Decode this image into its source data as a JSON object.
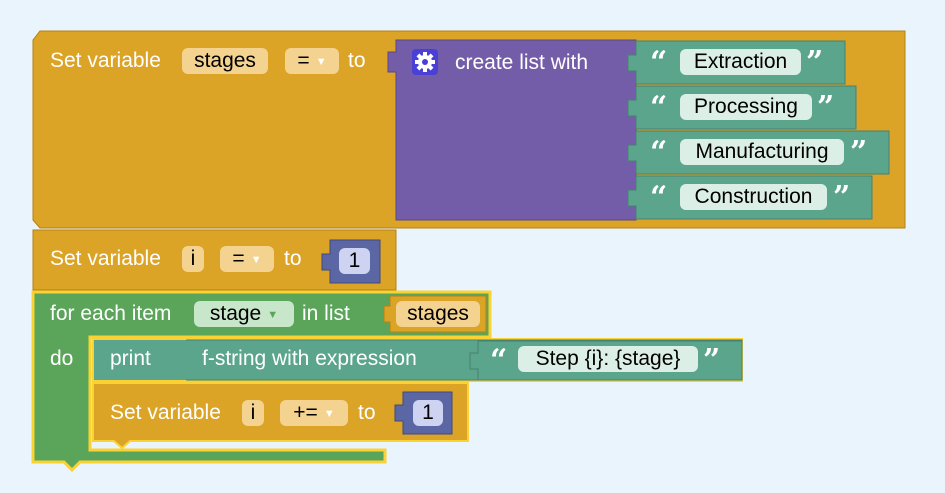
{
  "colors": {
    "background": "#eaf4fc",
    "variables_block": "#dba426",
    "lists_block": "#745da8",
    "text_block": "#5ba58c",
    "math_block": "#5b67a5",
    "loop_block": "#5ba55b"
  },
  "icons": {
    "mutator": "gear-icon",
    "open_quote": "open-quote-icon",
    "close_quote": "close-quote-icon",
    "dropdown": "dropdown-arrow-icon"
  },
  "set_stages": {
    "label": "Set variable",
    "variable": "stages",
    "operator": "=",
    "to_label": "to"
  },
  "create_list": {
    "label": "create list with",
    "items": [
      "Extraction",
      "Processing",
      "Manufacturing",
      "Construction"
    ]
  },
  "set_i": {
    "label": "Set variable",
    "variable": "i",
    "operator": "=",
    "to_label": "to",
    "value": "1"
  },
  "for_each": {
    "label": "for each item",
    "variable": "stage",
    "in_list_label": "in list",
    "list_variable": "stages",
    "do_label": "do"
  },
  "print_stmt": {
    "label": "print",
    "fstring_label": "f-string with expression",
    "template": "Step {i}: {stage}"
  },
  "increment_i": {
    "label": "Set variable",
    "variable": "i",
    "operator": "+=",
    "to_label": "to",
    "value": "1"
  },
  "dropdown_arrow": "▼"
}
